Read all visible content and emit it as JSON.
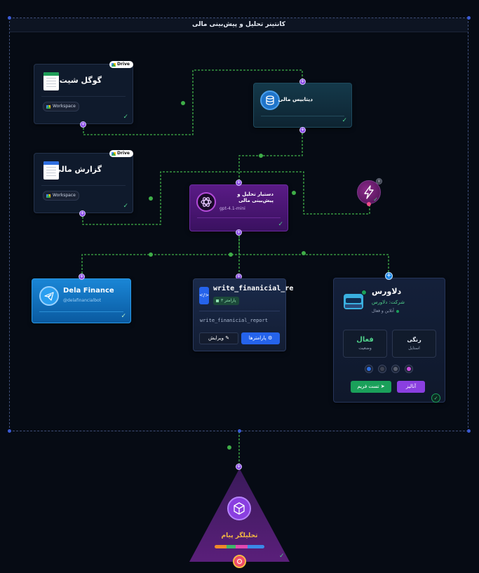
{
  "container": {
    "title": "کانتینر تحلیل و پیش‌بینی مالی"
  },
  "nodes": {
    "sheets": {
      "title": "گوگل شیت",
      "badge": "Drive",
      "chip": "Workspace",
      "status": "✓"
    },
    "report": {
      "title": "گزارش مالی",
      "badge": "Drive",
      "chip": "Workspace",
      "status": "✓"
    },
    "db": {
      "title": "دیتابیس مالی",
      "status": "✓"
    },
    "agent": {
      "title": "دستیار تحلیل و پیش‌بینی مالی",
      "model": "gpt-4.1-mini",
      "status": "✓"
    },
    "trigger": {
      "count": "0",
      "status": "✓"
    },
    "telegram": {
      "title": "Dela Finance",
      "handle": "@delafinancialbot",
      "status": "✓"
    },
    "func": {
      "title": "write_finanicial_re",
      "params_chip": "۳ پارامتر",
      "name": "write_finanicial_report",
      "params_button": "پارامترها",
      "edit_button": "ویرایش"
    },
    "avatar": {
      "name": "دلاورس",
      "company": "شرکت: دلاورس",
      "status": "آنلاین و فعال",
      "stat1_value": "فعال",
      "stat1_label": "وضعیت",
      "stat2_value": "رنگی",
      "stat2_label": "استایل",
      "test_button": "تست فریم",
      "analyze_button": "آنالیز",
      "status_check": "✓",
      "palette": [
        "#2f6fe0",
        "#3c4150",
        "#585e6e",
        "#c84fdc"
      ]
    },
    "analyzer": {
      "title": "تحلیلگر پیام",
      "status": "✓"
    }
  },
  "colors": {
    "wire": "#3fae48",
    "port": "#8a4be8",
    "accent_green": "#1aa05a",
    "accent_purple": "#8a3fe0",
    "accent_blue": "#2563eb"
  },
  "icons": {
    "db": "database-icon",
    "agent": "openai-icon",
    "trigger": "lightning-icon",
    "telegram": "telegram-icon",
    "func": "code-icon",
    "analyzer": "cube-icon"
  }
}
